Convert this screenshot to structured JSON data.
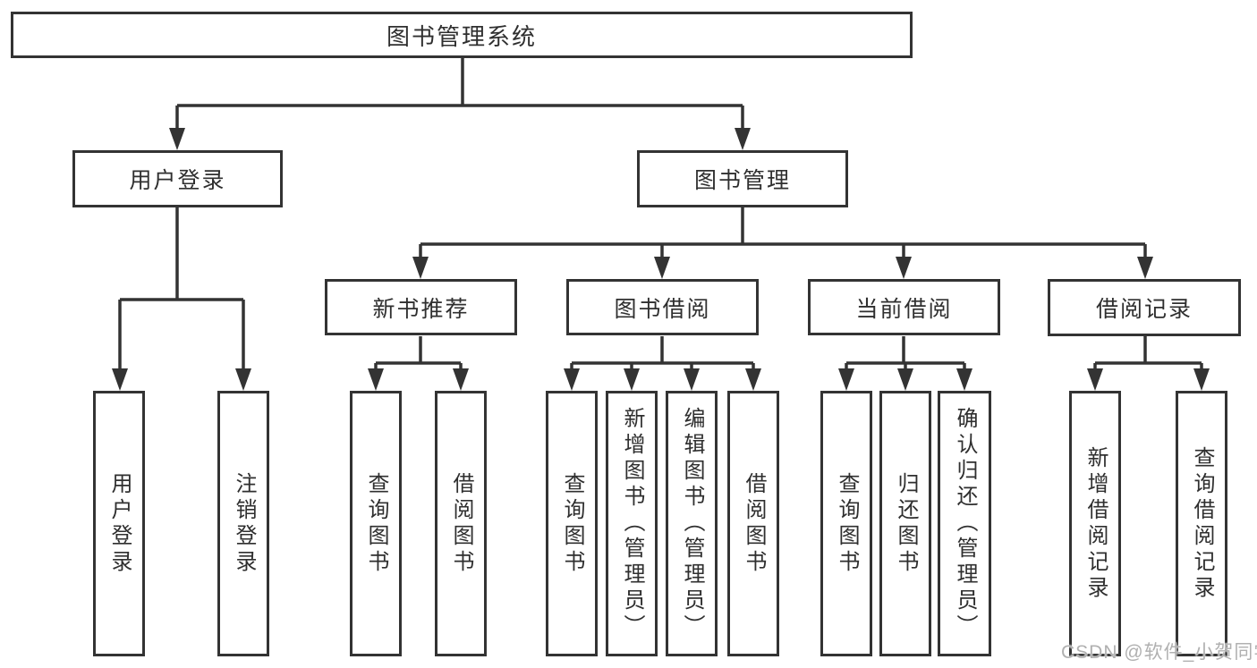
{
  "diagram": {
    "root": {
      "label": "图书管理系统"
    },
    "level2": [
      {
        "label": "用户登录"
      },
      {
        "label": "图书管理"
      }
    ],
    "level3": [
      {
        "label": "新书推荐"
      },
      {
        "label": "图书借阅"
      },
      {
        "label": "当前借阅"
      },
      {
        "label": "借阅记录"
      }
    ],
    "leaves": {
      "user": [
        {
          "label": "用户登录"
        },
        {
          "label": "注销登录"
        }
      ],
      "recommend": [
        {
          "label": "查询图书"
        },
        {
          "label": "借阅图书"
        }
      ],
      "borrow": [
        {
          "label": "查询图书"
        },
        {
          "label": "新增图书（管理员）"
        },
        {
          "label": "编辑图书（管理员）"
        },
        {
          "label": "借阅图书"
        }
      ],
      "current": [
        {
          "label": "查询图书"
        },
        {
          "label": "归还图书"
        },
        {
          "label": "确认归还（管理员）"
        }
      ],
      "records": [
        {
          "label": "新增借阅记录"
        },
        {
          "label": "查询借阅记录"
        }
      ]
    }
  },
  "watermark": {
    "text": "CSDN @软件_小贺同学"
  },
  "colors": {
    "line": "#333333",
    "border": "#333333",
    "text": "#2f2f2f",
    "watermark": "#b0b0b0",
    "background": "#ffffff"
  }
}
